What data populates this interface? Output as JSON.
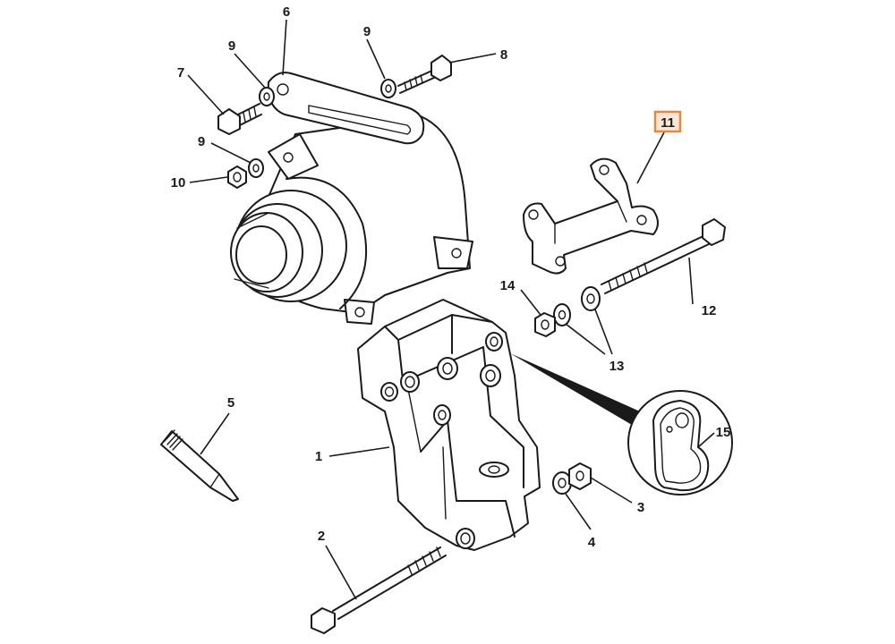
{
  "callouts": {
    "c1": "1",
    "c2": "2",
    "c3": "3",
    "c4": "4",
    "c5": "5",
    "c6": "6",
    "c7": "7",
    "c8": "8",
    "c9a": "9",
    "c9b": "9",
    "c9c": "9",
    "c10": "10",
    "c11": "11",
    "c12": "12",
    "c13": "13",
    "c14": "14",
    "c15": "15"
  },
  "highlight": {
    "part": "11",
    "color": "#e5893d"
  }
}
